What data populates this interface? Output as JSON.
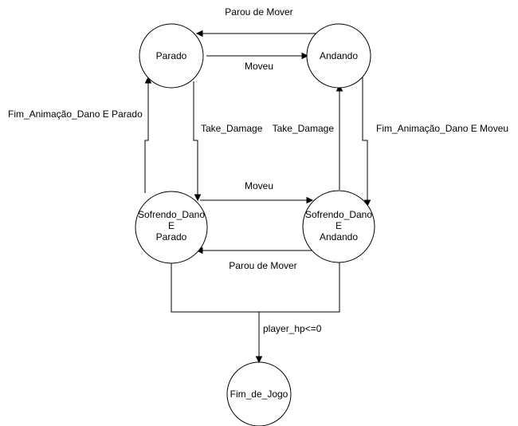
{
  "states": {
    "parado": {
      "label": [
        "Parado"
      ]
    },
    "andando": {
      "label": [
        "Andando"
      ]
    },
    "sofrendo_parado": {
      "label": [
        "Sofrendo_Dano",
        "E",
        "Parado"
      ]
    },
    "sofrendo_andando": {
      "label": [
        "Sofrendo_Dano",
        "E",
        "Andando"
      ]
    },
    "fim_de_jogo": {
      "label": [
        "Fim_de_Jogo"
      ]
    }
  },
  "transitions": {
    "andando_to_parado": "Parou de Mover",
    "parado_to_andando": "Moveu",
    "sofrendo_parado_to_parado": "Fim_Animação_Dano E Parado",
    "parado_to_sofrendo_parado": "Take_Damage",
    "sofrendo_andando_to_andando": "Take_Damage",
    "andando_to_sofrendo_andando": "Fim_Animação_Dano E Moveu",
    "sofrendo_parado_to_sofrendo_andando": "Moveu",
    "sofrendo_andando_to_sofrendo_parado": "Parou de Mover",
    "to_fim_de_jogo": "player_hp<=0"
  }
}
